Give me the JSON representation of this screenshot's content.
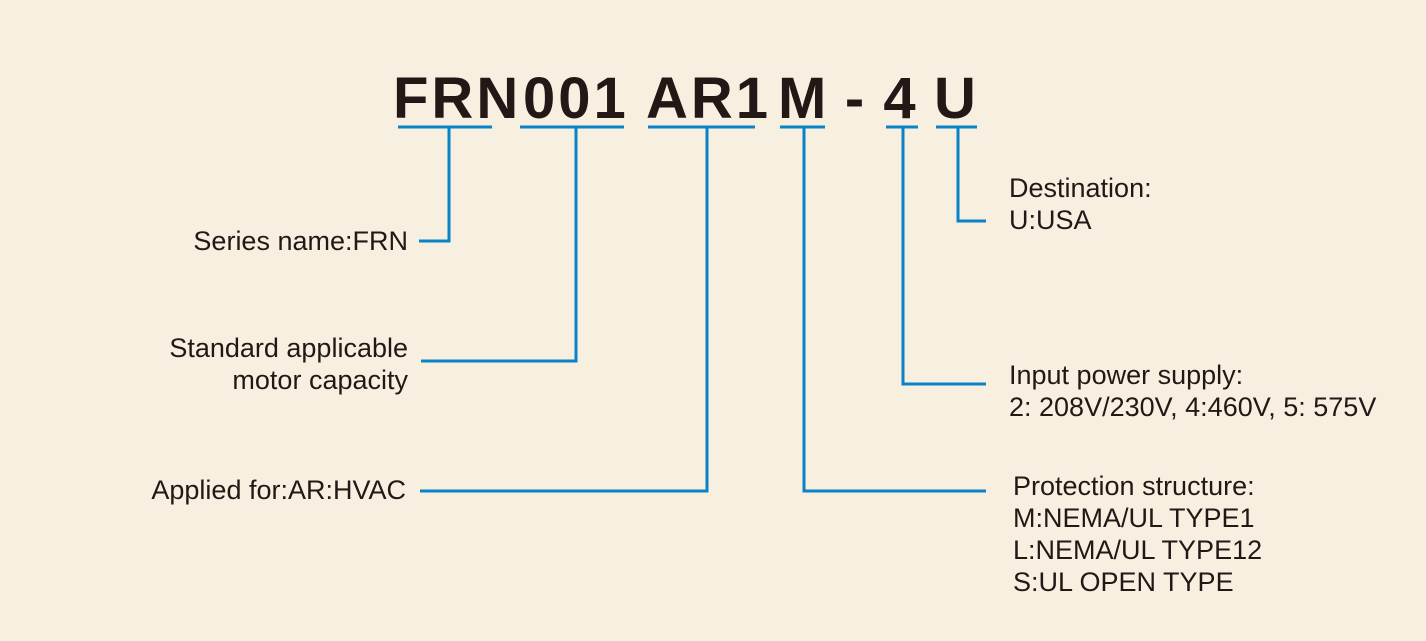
{
  "code_parts": {
    "series": "FRN",
    "capacity": "001",
    "application": "AR1",
    "protection": "M",
    "dash": "-",
    "voltage": "4",
    "destination": "U"
  },
  "labels": {
    "series": "Series name:FRN",
    "capacity_line1": "Standard applicable",
    "capacity_line2": "motor capacity",
    "application": "Applied for:AR:HVAC",
    "destination_line1": "Destination:",
    "destination_line2": "U:USA",
    "power_line1": "Input power supply:",
    "power_line2": "2: 208V/230V, 4:460V, 5: 575V",
    "protection_line1": "Protection structure:",
    "protection_line2": "M:NEMA/UL TYPE1",
    "protection_line3": "L:NEMA/UL TYPE12",
    "protection_line4": "S:UL OPEN TYPE"
  },
  "colors": {
    "connector": "#0a82c8",
    "text": "#231815",
    "background": "#f7f0e1"
  }
}
